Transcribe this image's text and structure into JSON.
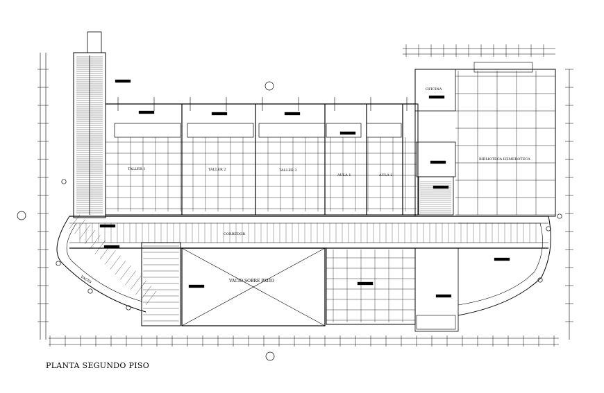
{
  "drawing": {
    "title": "PLANTA SEGUNDO PISO",
    "rooms": {
      "taller1": "TALLER 1",
      "taller2": "TALLER 2",
      "taller3": "TALLER 3",
      "aula1": "AULA 1",
      "aula2": "AULA 2",
      "oficina": "OFICINA",
      "biblioteca": "BIBLIOTECA HEMEROTECA",
      "corredor": "CORREDOR",
      "vacio": "VACIO SOBRE PATIO",
      "vacio_small": "VACIO"
    },
    "line_color": "#000000"
  }
}
